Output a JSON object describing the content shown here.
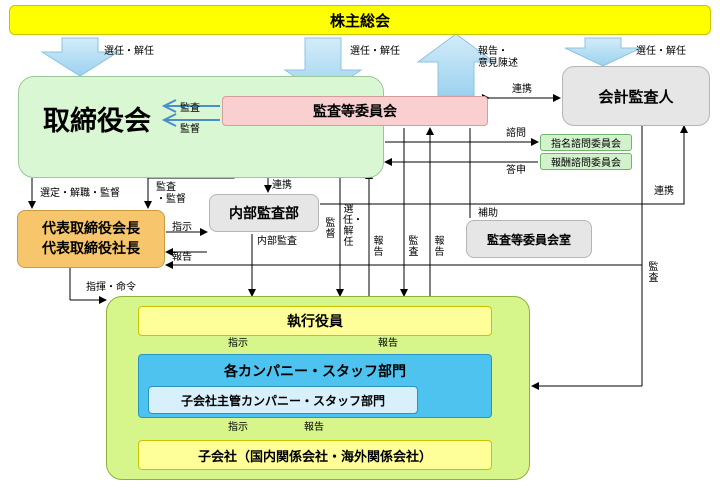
{
  "nodes": {
    "shareholders_meeting": "株主総会",
    "board_of_directors": "取締役会",
    "audit_committee": "監査等委員会",
    "accounting_auditor": "会計監査人",
    "nomination_committee": "指名諮問委員会",
    "compensation_committee": "報酬諮問委員会",
    "representative_director": "代表取締役会長\n代表取締役社長",
    "internal_audit_dept": "内部監査部",
    "audit_committee_office": "監査等委員会室",
    "executive_officers": "執行役員",
    "company_staff_depts": "各カンパニー・スタッフ部門",
    "subsidiary_mgmt_depts": "子会社主管カンパニー・スタッフ部門",
    "subsidiaries": "子会社（国内関係会社・海外関係会社）"
  },
  "labels": {
    "appoint_dismiss_1": "選任・解任",
    "appoint_dismiss_2": "選任・解任",
    "appoint_dismiss_3": "選任・解任",
    "report_opinion": "報告・\n意見陳述",
    "audit": "監査",
    "supervise": "監督",
    "coordination_1": "連携",
    "consult": "諮問",
    "report_back": "答申",
    "select_dismiss_supervise": "選定・解職・監督",
    "audit_supervise": "監査\n・監督",
    "coordination_2": "連携",
    "coordination_3": "連携",
    "instruct_1": "指示",
    "report_1": "報告",
    "internal_audit": "内部監査",
    "supervise_v": "監督",
    "appoint_dismiss_v": "選任・解任",
    "report_v1": "報告",
    "audit_v": "監査",
    "report_v2": "報告",
    "assist": "補助",
    "audit_v2": "監査",
    "command": "指揮・命令",
    "instruct_2": "指示",
    "report_2": "報告",
    "instruct_3": "指示",
    "report_3": "報告"
  },
  "colors": {
    "top_bar": "#ffff00",
    "board": "#d9f7d2",
    "audit_committee": "#f9cfcf",
    "gray_box": "#e6e6e6",
    "representative": "#f7c56b",
    "exec_area": "#d6f58a",
    "pale_yellow": "#ffff99",
    "blue": "#4fc3f0",
    "light_blue": "#d7f0fb",
    "arrow_fill": "#b4dcf2",
    "committee_green": "#d2f2cb"
  }
}
